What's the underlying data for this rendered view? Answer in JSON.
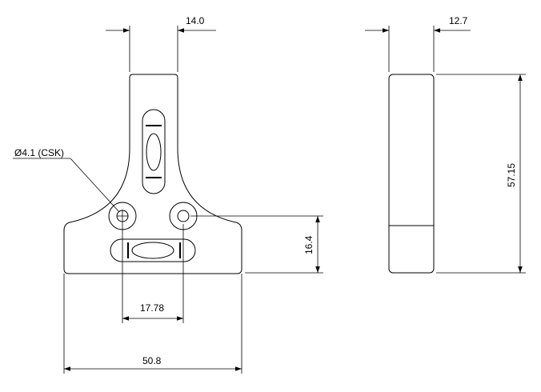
{
  "drawing": {
    "front_view": {
      "dims": {
        "stem_width": "14.0",
        "hole_spacing": "17.78",
        "overall_width": "50.8",
        "hole_height": "16.4",
        "hole_callout": "Ø4.1 (CSK)"
      }
    },
    "side_view": {
      "dims": {
        "thickness": "12.7",
        "height": "57.15"
      }
    }
  }
}
